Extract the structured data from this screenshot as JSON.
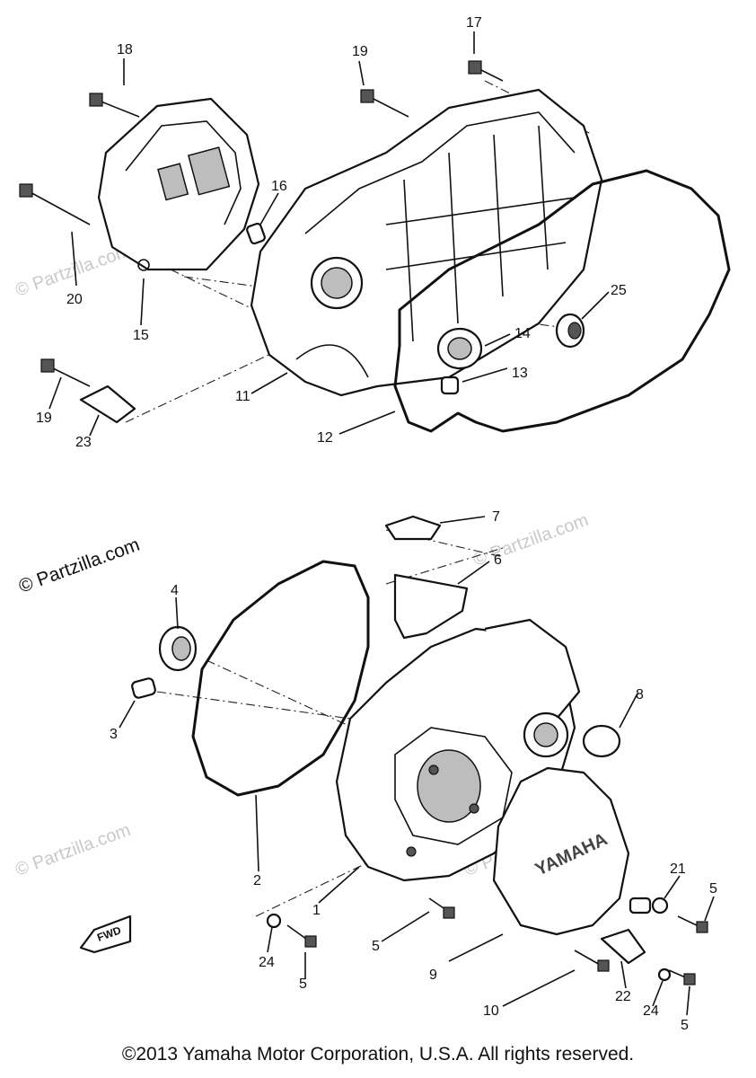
{
  "callouts": [
    "1",
    "2",
    "3",
    "4",
    "5",
    "6",
    "7",
    "8",
    "9",
    "10",
    "11",
    "12",
    "13",
    "14",
    "15",
    "16",
    "17",
    "18",
    "19",
    "20",
    "21",
    "22",
    "23",
    "24",
    "25"
  ],
  "callout_labels": {
    "l1": "1",
    "l2": "2",
    "l3": "3",
    "l4": "4",
    "l5a": "5",
    "l5b": "5",
    "l5c": "5",
    "l5d": "5",
    "l6": "6",
    "l7": "7",
    "l8": "8",
    "l9": "9",
    "l10": "10",
    "l11": "11",
    "l12": "12",
    "l13": "13",
    "l14": "14",
    "l15": "15",
    "l16": "16",
    "l17": "17",
    "l18": "18",
    "l19a": "19",
    "l19b": "19",
    "l20": "20",
    "l21": "21",
    "l22": "22",
    "l23": "23",
    "l24a": "24",
    "l24b": "24",
    "l25": "25"
  },
  "watermark": "© Partzilla.com",
  "fwd_label": "FWD",
  "cover_text": "YAMAHA",
  "copyright": "©2013  Yamaha Motor Corporation, U.S.A. All rights reserved."
}
